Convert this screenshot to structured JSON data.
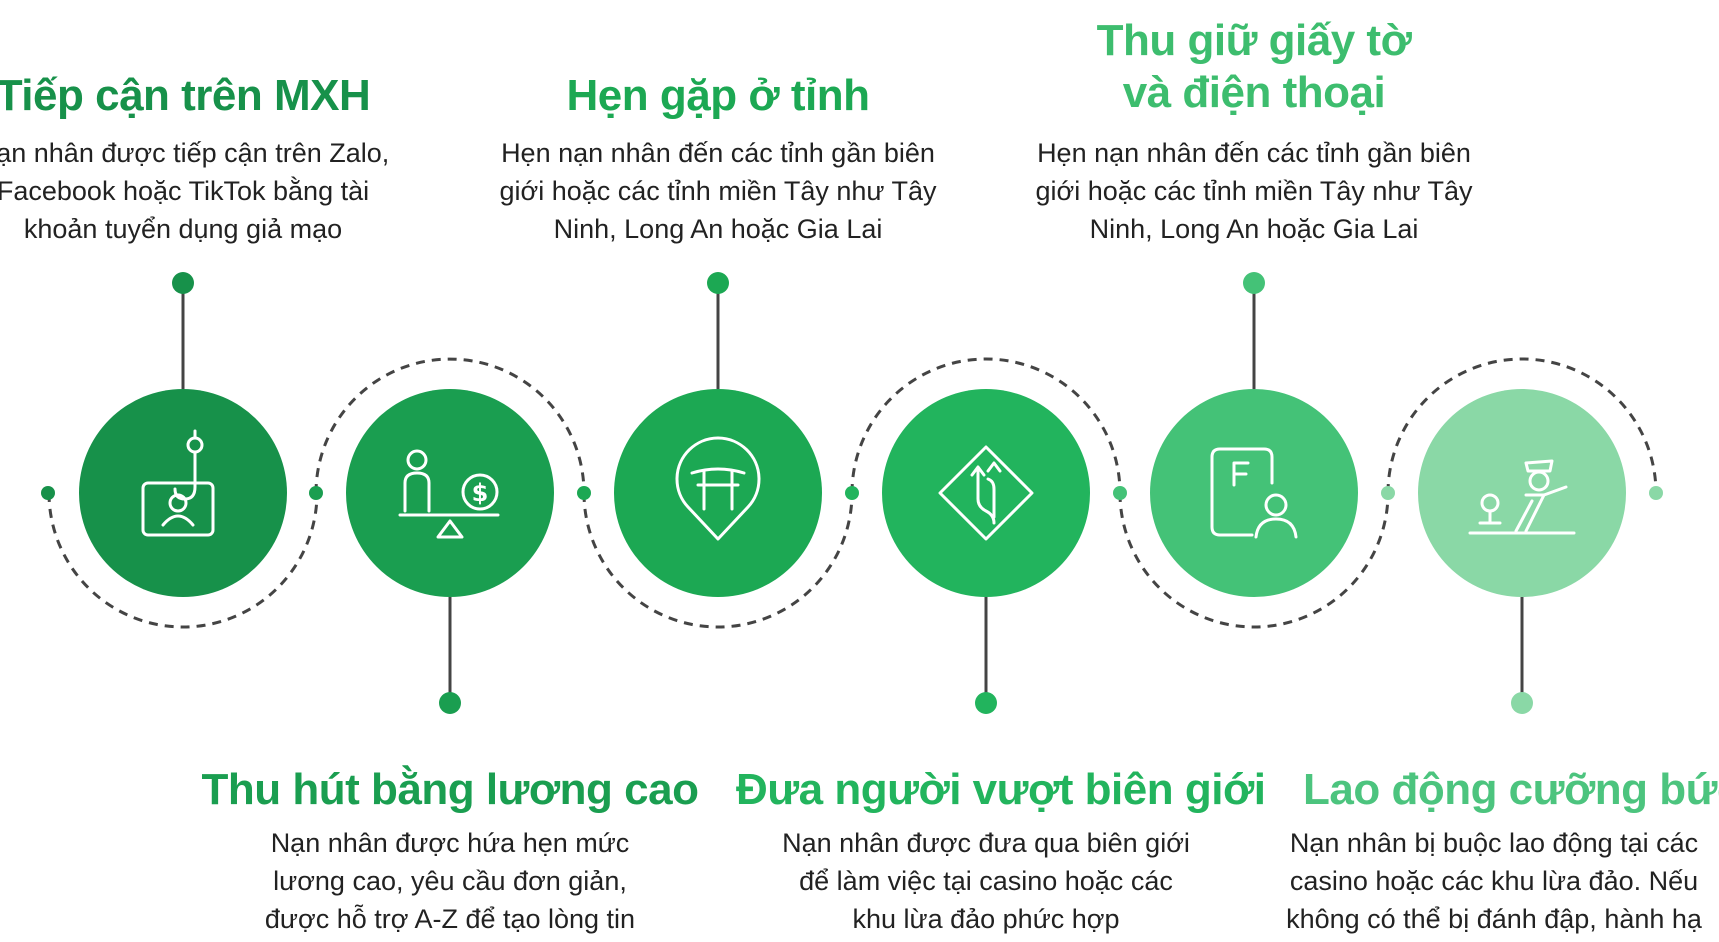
{
  "accent_colors": [
    "#17914a",
    "#1a9e50",
    "#1ca853",
    "#22b45d",
    "#44c277",
    "#8ad8a6"
  ],
  "steps": [
    {
      "title": [
        "Tiếp cận trên MXH"
      ],
      "description": [
        "Nạn nhân được tiếp cận trên Zalo,",
        "Facebook hoặc TikTok bằng tài",
        "khoản tuyển dụng giả mạo"
      ],
      "icon": "social-recruit-icon"
    },
    {
      "title": [
        "Thu hút bằng lương cao"
      ],
      "description": [
        "Nạn nhân được hứa hẹn mức",
        "lương cao, yêu cầu đơn giản,",
        "được hỗ trợ A-Z để tạo lòng tin"
      ],
      "icon": "salary-scale-icon"
    },
    {
      "title": [
        "Hẹn gặp ở tỉnh"
      ],
      "description": [
        "Hẹn nạn nhân đến các tỉnh gần biên",
        "giới hoặc các tỉnh miền Tây như Tây",
        "Ninh, Long An hoặc Gia Lai"
      ],
      "icon": "location-gate-icon"
    },
    {
      "title": [
        "Đưa người vượt biên giới"
      ],
      "description": [
        "Nạn nhân được đưa qua biên giới",
        "để làm việc tại casino hoặc các",
        "khu lừa đảo phức hợp"
      ],
      "icon": "road-sign-icon"
    },
    {
      "title": [
        "Thu giữ giấy tờ",
        "và điện thoại"
      ],
      "description": [
        "Hẹn nạn nhân đến các tỉnh gần biên",
        "giới hoặc các tỉnh miền Tây như Tây",
        "Ninh, Long An hoặc Gia Lai"
      ],
      "icon": "phone-id-icon"
    },
    {
      "title": [
        "Lao động cưỡng bức"
      ],
      "description": [
        "Nạn nhân bị buộc lao động tại các",
        "casino hoặc các khu lừa đảo. Nếu",
        "không có thể bị đánh đập, hành hạ"
      ],
      "icon": "forced-labor-icon"
    }
  ]
}
